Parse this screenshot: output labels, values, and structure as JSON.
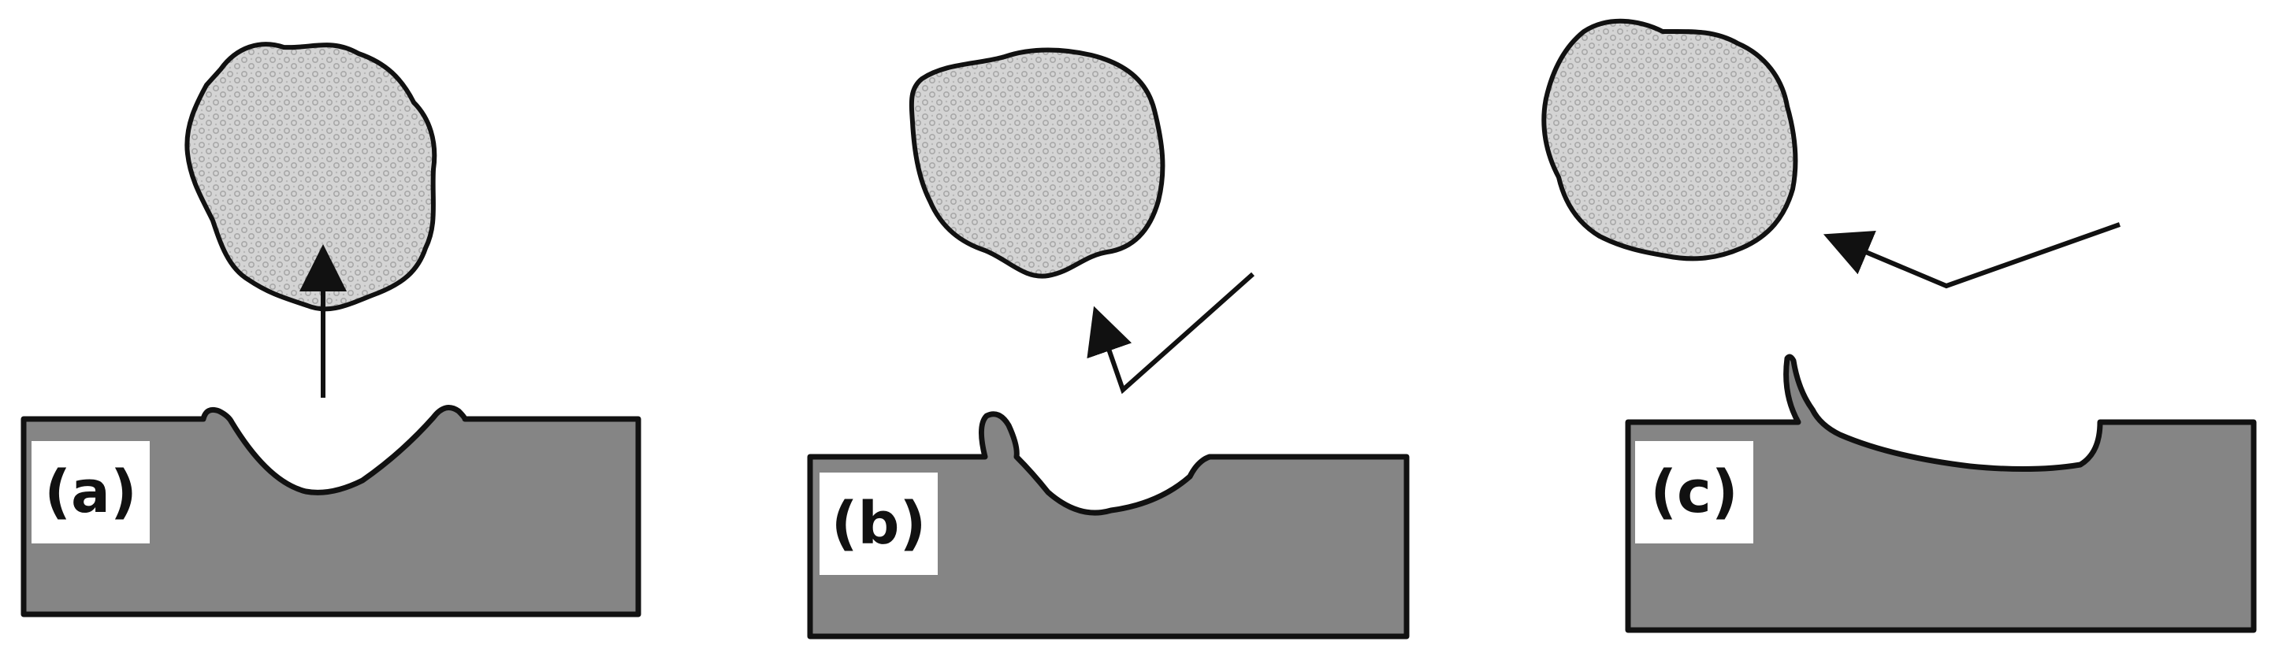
{
  "panels": [
    {
      "id": "a",
      "label": "(a)"
    },
    {
      "id": "b",
      "label": "(b)"
    },
    {
      "id": "c",
      "label": "(c)"
    }
  ],
  "colors": {
    "substrate_fill": "#858585",
    "outline": "#111111",
    "particle_fill": "#d4d4d4",
    "particle_dot": "#a8a8a8",
    "label_background": "#ffffff"
  }
}
